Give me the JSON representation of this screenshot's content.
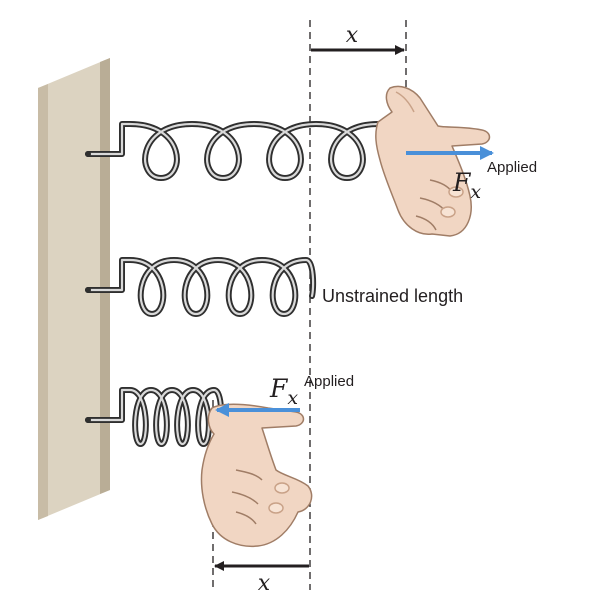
{
  "labels": {
    "displacement_top": "x",
    "displacement_bottom": "x",
    "force_top": "F",
    "force_top_sub": "x",
    "force_top_sup": "Applied",
    "force_bottom": "F",
    "force_bottom_sub": "x",
    "force_bottom_sup": "Applied",
    "unstrained": "Unstrained length"
  },
  "colors": {
    "wall": "#dcd3c1",
    "wall_shade": "#b9ad96",
    "force_arrow": "#4a90d9",
    "dimension_arrow": "#231f20",
    "spring": "#3a3a3a",
    "hand": "#f1d6c3",
    "hand_outline": "#a07d66"
  },
  "icons": {
    "wall": "wall-block",
    "spring": "coil-spring",
    "hand": "pulling-hand"
  }
}
